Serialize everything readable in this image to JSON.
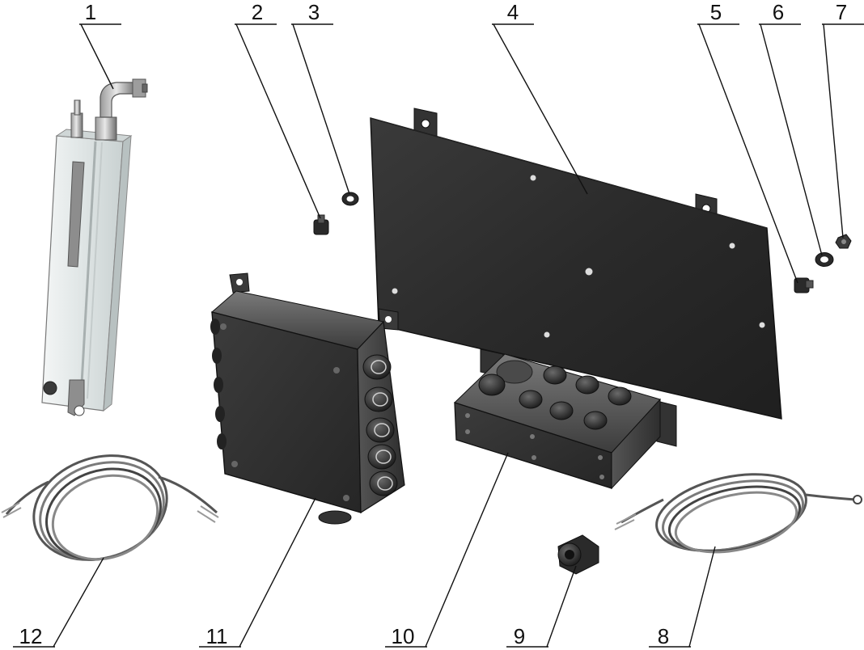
{
  "callouts": [
    {
      "id": "1",
      "label": "1"
    },
    {
      "id": "2",
      "label": "2"
    },
    {
      "id": "3",
      "label": "3"
    },
    {
      "id": "4",
      "label": "4"
    },
    {
      "id": "5",
      "label": "5"
    },
    {
      "id": "6",
      "label": "6"
    },
    {
      "id": "7",
      "label": "7"
    },
    {
      "id": "8",
      "label": "8"
    },
    {
      "id": "9",
      "label": "9"
    },
    {
      "id": "10",
      "label": "10"
    },
    {
      "id": "11",
      "label": "11"
    },
    {
      "id": "12",
      "label": "12"
    }
  ],
  "colors": {
    "background": "#ffffff",
    "metal_dark": "#2b2b2b",
    "metal_mid": "#4a4a4a",
    "metal_light": "#8c8c8c",
    "glass": "#e6ecec",
    "line": "#111111"
  }
}
